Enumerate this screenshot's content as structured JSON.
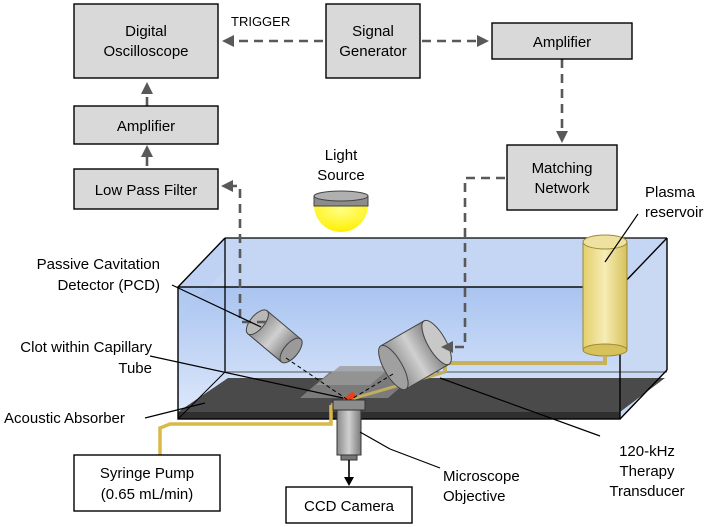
{
  "blocks": {
    "oscilloscope": [
      "Digital",
      "Oscilloscope"
    ],
    "signal_generator": [
      "Signal",
      "Generator"
    ],
    "amplifier_right": "Amplifier",
    "amplifier_left": "Amplifier",
    "low_pass_filter": "Low Pass Filter",
    "matching_network": [
      "Matching",
      "Network"
    ],
    "syringe_pump": [
      "Syringe Pump",
      "(0.65 mL/min)"
    ],
    "ccd_camera": "CCD Camera"
  },
  "labels": {
    "trigger": "TRIGGER",
    "light_source": [
      "Light",
      "Source"
    ],
    "plasma_reservoir": [
      "Plasma",
      "reservoir"
    ],
    "pcd": [
      "Passive Cavitation",
      "Detector (PCD)"
    ],
    "clot": [
      "Clot within Capillary",
      "Tube"
    ],
    "acoustic_absorber": "Acoustic Absorber",
    "transducer": [
      "120-kHz",
      "Therapy",
      "Transducer"
    ],
    "microscope": [
      "Microscope",
      "Objective"
    ]
  },
  "colors": {
    "block_fill": "#d9d9d9",
    "signal_arrow": "#595959",
    "water": "#a9c4f0",
    "light": "#ffff00",
    "plasma": "#e8d98a",
    "clot": "#e8401c"
  }
}
